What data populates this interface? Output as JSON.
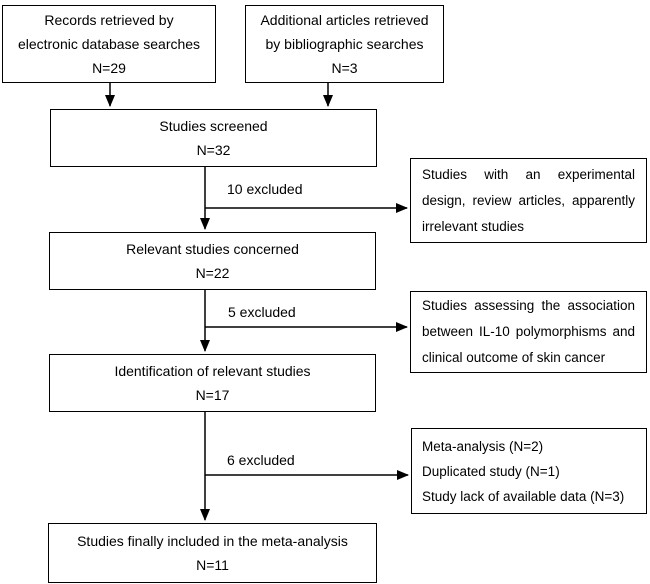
{
  "boxes": {
    "records": {
      "line1": "Records retrieved by",
      "line2": "electronic database searches",
      "count": "N=29"
    },
    "additional": {
      "line1": "Additional articles retrieved",
      "line2": "by bibliographic searches",
      "count": "N=3"
    },
    "screened": {
      "line1": "Studies screened",
      "count": "N=32"
    },
    "relevant": {
      "line1": "Relevant studies concerned",
      "count": "N=22"
    },
    "identification": {
      "line1": "Identification of relevant studies",
      "count": "N=17"
    },
    "included": {
      "line1": "Studies finally included in the meta-analysis",
      "count": "N=11"
    }
  },
  "exclusions": {
    "first": {
      "label": "10 excluded",
      "reason": "Studies with an experimental design, review articles, apparently irrelevant studies"
    },
    "second": {
      "label": "5 excluded",
      "reason": "Studies assessing the association between IL-10 polymorphisms and clinical outcome of skin cancer"
    },
    "third": {
      "label": "6 excluded",
      "reasons": [
        "Meta-analysis (N=2)",
        "Duplicated study (N=1)",
        "Study lack of available data (N=3)"
      ]
    }
  },
  "colors": {
    "border": "#000000",
    "text": "#000000",
    "background": "#ffffff"
  }
}
